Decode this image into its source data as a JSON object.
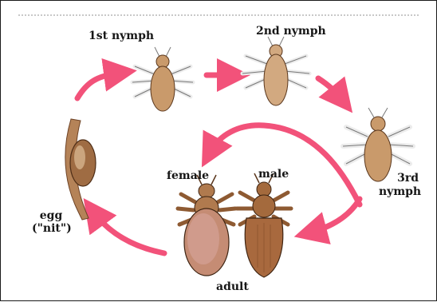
{
  "diagram": {
    "stages": {
      "nymph1": "1st nymph",
      "nymph2": "2nd nymph",
      "nymph3_line1": "3rd",
      "nymph3_line2": "nymph",
      "female": "female",
      "male": "male",
      "adult": "adult",
      "egg_line1": "egg",
      "egg_line2": "(\"nit\")"
    },
    "colors": {
      "arrow": "#f2527a",
      "body": "#c99a6b",
      "body_dark": "#8e5a32",
      "leg": "#e7e7e7"
    }
  }
}
